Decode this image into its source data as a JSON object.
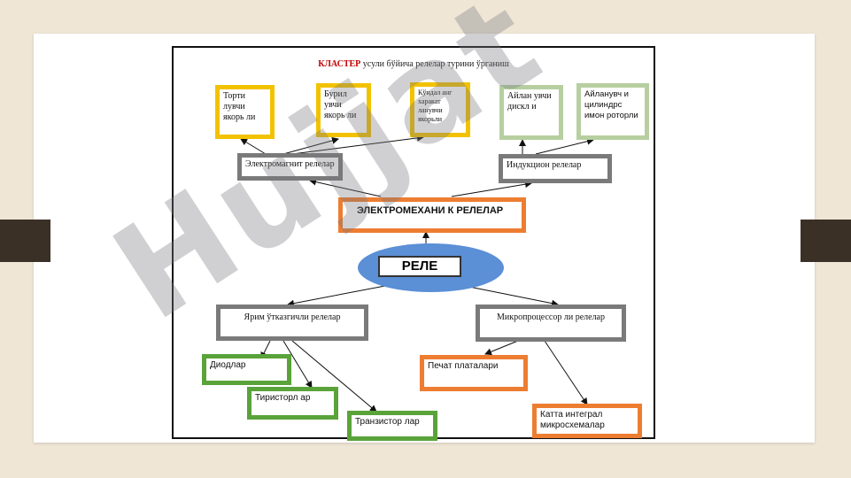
{
  "title": {
    "red": "КЛАСТЕР",
    "rest": " усули бўйича релелар турини ўрганиш"
  },
  "root": "РЕЛЕ",
  "electro": "ЭЛЕКТРОМЕХАНИ К РЕЛЕЛАР",
  "em_relay": "Электромагнит релелар",
  "ind_relay": "Индукцион релелар",
  "top_boxes": [
    "Торти лувчи якорь ли",
    "Бурил увчи якорь ли",
    "Кўндал анг харакат ланувчи якорьли",
    "Айлан увчи дискл и",
    "Айланувч и цилиндрс имон роторли"
  ],
  "semi": "Ярим ўтказгичли релелар",
  "micro": "Микропроцессор ли релелар",
  "diodes": "Диодлар",
  "thyristors": "Тиристорл ар",
  "transistors": "Транзистор лар",
  "pcb": "Печат платалари",
  "ic": "Катта интеграл микросхемалар",
  "watermark": "Hujjat",
  "colors": {
    "yellow": "#f2c200",
    "sage": "#b7cfa0",
    "gray": "#7a7a7a",
    "orange": "#ed7d31",
    "green": "#5aa33a",
    "ellipse": "#5b8fd6",
    "title_red": "#c00000"
  }
}
